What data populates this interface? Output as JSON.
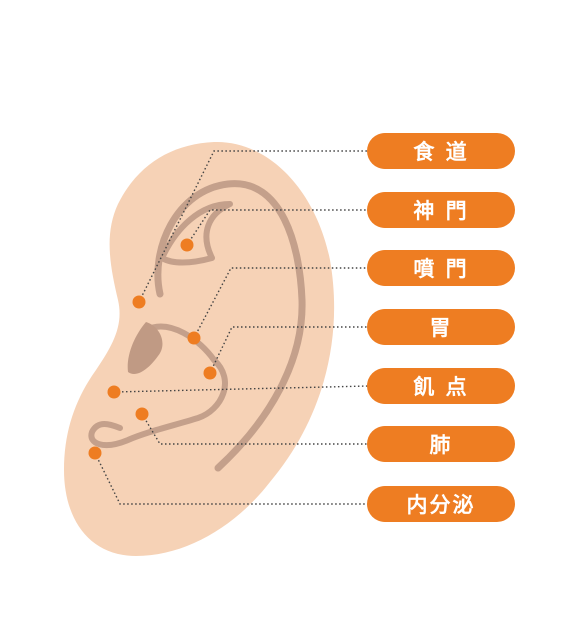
{
  "colors": {
    "skin": "#f6d2b6",
    "ear_line": "#c4a08b",
    "cavity": "#c09a84",
    "accent": "#ee7d22",
    "leader": "#444444"
  },
  "labels": [
    {
      "id": "shokudo",
      "text": "食 道"
    },
    {
      "id": "shinmon",
      "text": "神 門"
    },
    {
      "id": "funmon",
      "text": "噴 門"
    },
    {
      "id": "i",
      "text": "胃"
    },
    {
      "id": "kiten",
      "text": "飢 点"
    },
    {
      "id": "hai",
      "text": "肺"
    },
    {
      "id": "naibunpi",
      "text": "内分泌"
    }
  ]
}
